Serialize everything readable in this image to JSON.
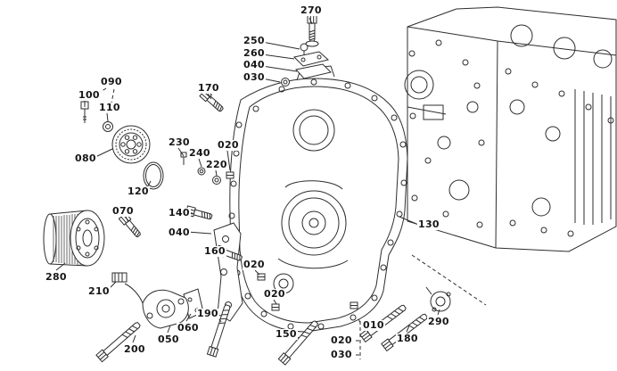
{
  "colors": {
    "background": "#ffffff",
    "line": "#2d2d2d",
    "label_text": "#161616"
  },
  "callouts": [
    {
      "label": "270"
    },
    {
      "label": "250"
    },
    {
      "label": "260"
    },
    {
      "label": "040"
    },
    {
      "label": "030"
    },
    {
      "label": "170"
    },
    {
      "label": "090"
    },
    {
      "label": "100"
    },
    {
      "label": "110"
    },
    {
      "label": "080"
    },
    {
      "label": "230"
    },
    {
      "label": "240"
    },
    {
      "label": "220"
    },
    {
      "label": "020"
    },
    {
      "label": "120"
    },
    {
      "label": "140"
    },
    {
      "label": "070"
    },
    {
      "label": "040"
    },
    {
      "label": "160"
    },
    {
      "label": "020"
    },
    {
      "label": "130"
    },
    {
      "label": "280"
    },
    {
      "label": "210"
    },
    {
      "label": "020"
    },
    {
      "label": "190"
    },
    {
      "label": "060"
    },
    {
      "label": "050"
    },
    {
      "label": "200"
    },
    {
      "label": "150"
    },
    {
      "label": "020"
    },
    {
      "label": "010"
    },
    {
      "label": "030"
    },
    {
      "label": "180"
    },
    {
      "label": "290"
    }
  ]
}
